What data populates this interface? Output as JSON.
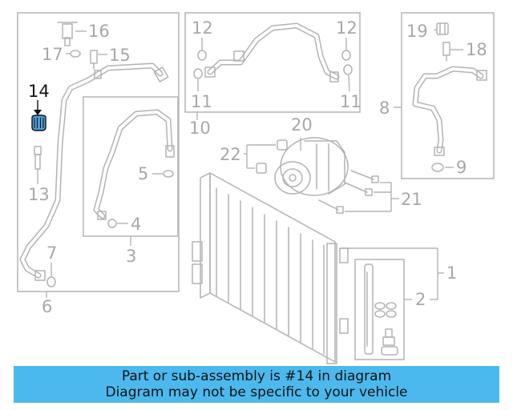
{
  "callouts": {
    "n1": "1",
    "n2": "2",
    "n3": "3",
    "n4": "4",
    "n5": "5",
    "n6": "6",
    "n7": "7",
    "n8": "8",
    "n9": "9",
    "n10": "10",
    "n11a": "11",
    "n11b": "11",
    "n12a": "12",
    "n12b": "12",
    "n13": "13",
    "n14": "14",
    "n15": "15",
    "n16": "16",
    "n17": "17",
    "n18": "18",
    "n19": "19",
    "n20": "20",
    "n21": "21",
    "n22": "22"
  },
  "highlight": {
    "part_number": "14",
    "color": "#4a9ed8"
  },
  "banner": {
    "line1": "Part or sub-assembly is #14 in diagram",
    "line2": "Diagram may not be specific to your vehicle",
    "color": "#4cb9ee"
  },
  "colors": {
    "line_art": "#b3b3b3",
    "callout_text": "#a8a8a8"
  }
}
